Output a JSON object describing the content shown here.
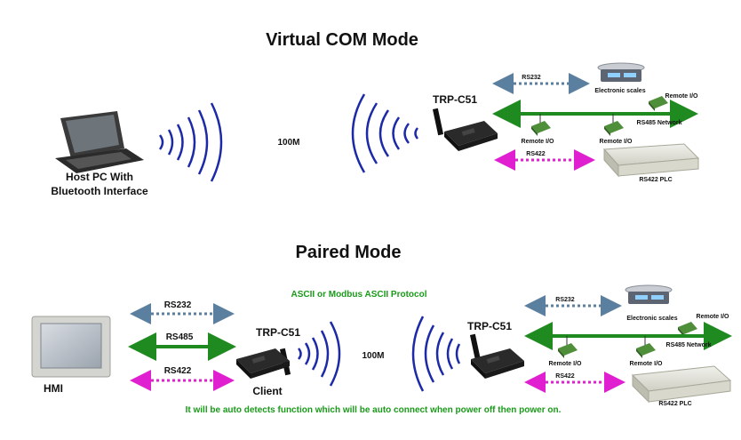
{
  "top": {
    "title": "Virtual COM Mode",
    "host_label_1": "Host PC With",
    "host_label_2": "Bluetooth Interface",
    "distance": "100M",
    "device": "TRP-C51",
    "rs232": "RS232",
    "rs422": "RS422",
    "scales": "Electronic scales",
    "remote_io": "Remote I/O",
    "rs485_network": "RS485 Network",
    "rs422_plc": "RS422 PLC"
  },
  "bottom": {
    "title": "Paired Mode",
    "hmi": "HMI",
    "rs232": "RS232",
    "rs485": "RS485",
    "rs422": "RS422",
    "device": "TRP-C51",
    "client": "Client",
    "distance": "100M",
    "protocol": "ASCII or Modbus ASCII Protocol",
    "note": "It will be auto detects function which will be auto connect when power off then power on.",
    "right_device": "TRP-C51",
    "right_rs232": "RS232",
    "right_rs422": "RS422",
    "scales": "Electronic scales",
    "remote_io": "Remote I/O",
    "rs485_network": "RS485 Network",
    "rs422_plc": "RS422 PLC"
  },
  "colors": {
    "rs232": "#5b7f9e",
    "rs485": "#1f8a1f",
    "rs422": "#e020d0",
    "wave": "#1c2aa8",
    "note": "#1a9a1a"
  }
}
